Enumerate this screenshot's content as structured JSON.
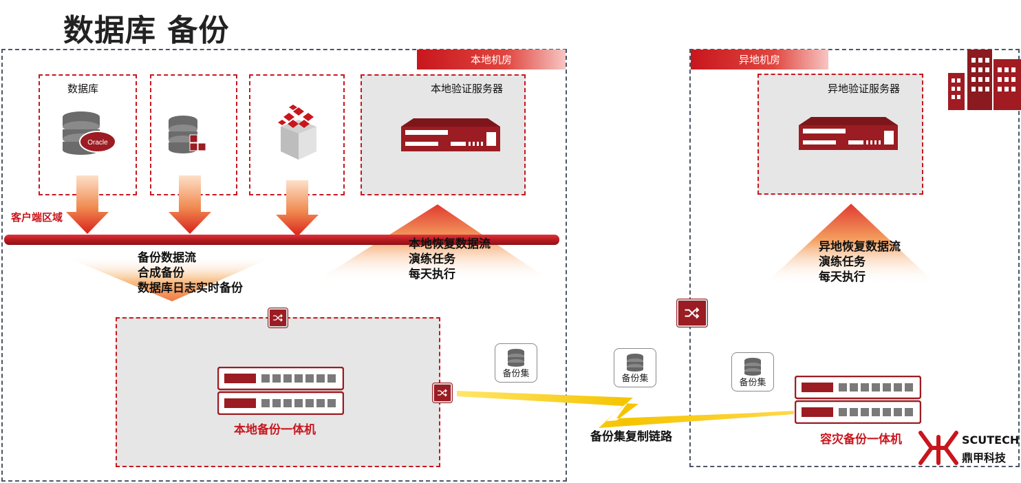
{
  "title": "数据库 备份",
  "local_room": "本地机房",
  "remote_room": "异地机房",
  "client_zone": "客户端区域",
  "database_label": "数据库",
  "local_verify_server": "本地验证服务器",
  "remote_verify_server": "异地验证服务器",
  "backup_flow": [
    "备份数据流",
    "合成备份",
    "数据库日志实时备份"
  ],
  "local_restore_flow": [
    "本地恢复数据流",
    "演练任务",
    "每天执行"
  ],
  "remote_restore_flow": [
    "异地恢复数据流",
    "演练任务",
    "每天执行"
  ],
  "local_appliance": "本地备份一体机",
  "dr_appliance": "容灾备份一体机",
  "backup_set": "备份集",
  "replication_link": "备份集复制链路",
  "logo": {
    "en": "SCUTECH",
    "cn": "鼎甲科技"
  },
  "colors": {
    "brand_red": "#c8161d",
    "dark_red": "#9b1c22",
    "grey": "#e6e6e6",
    "link_yellow": "#f5c400"
  }
}
